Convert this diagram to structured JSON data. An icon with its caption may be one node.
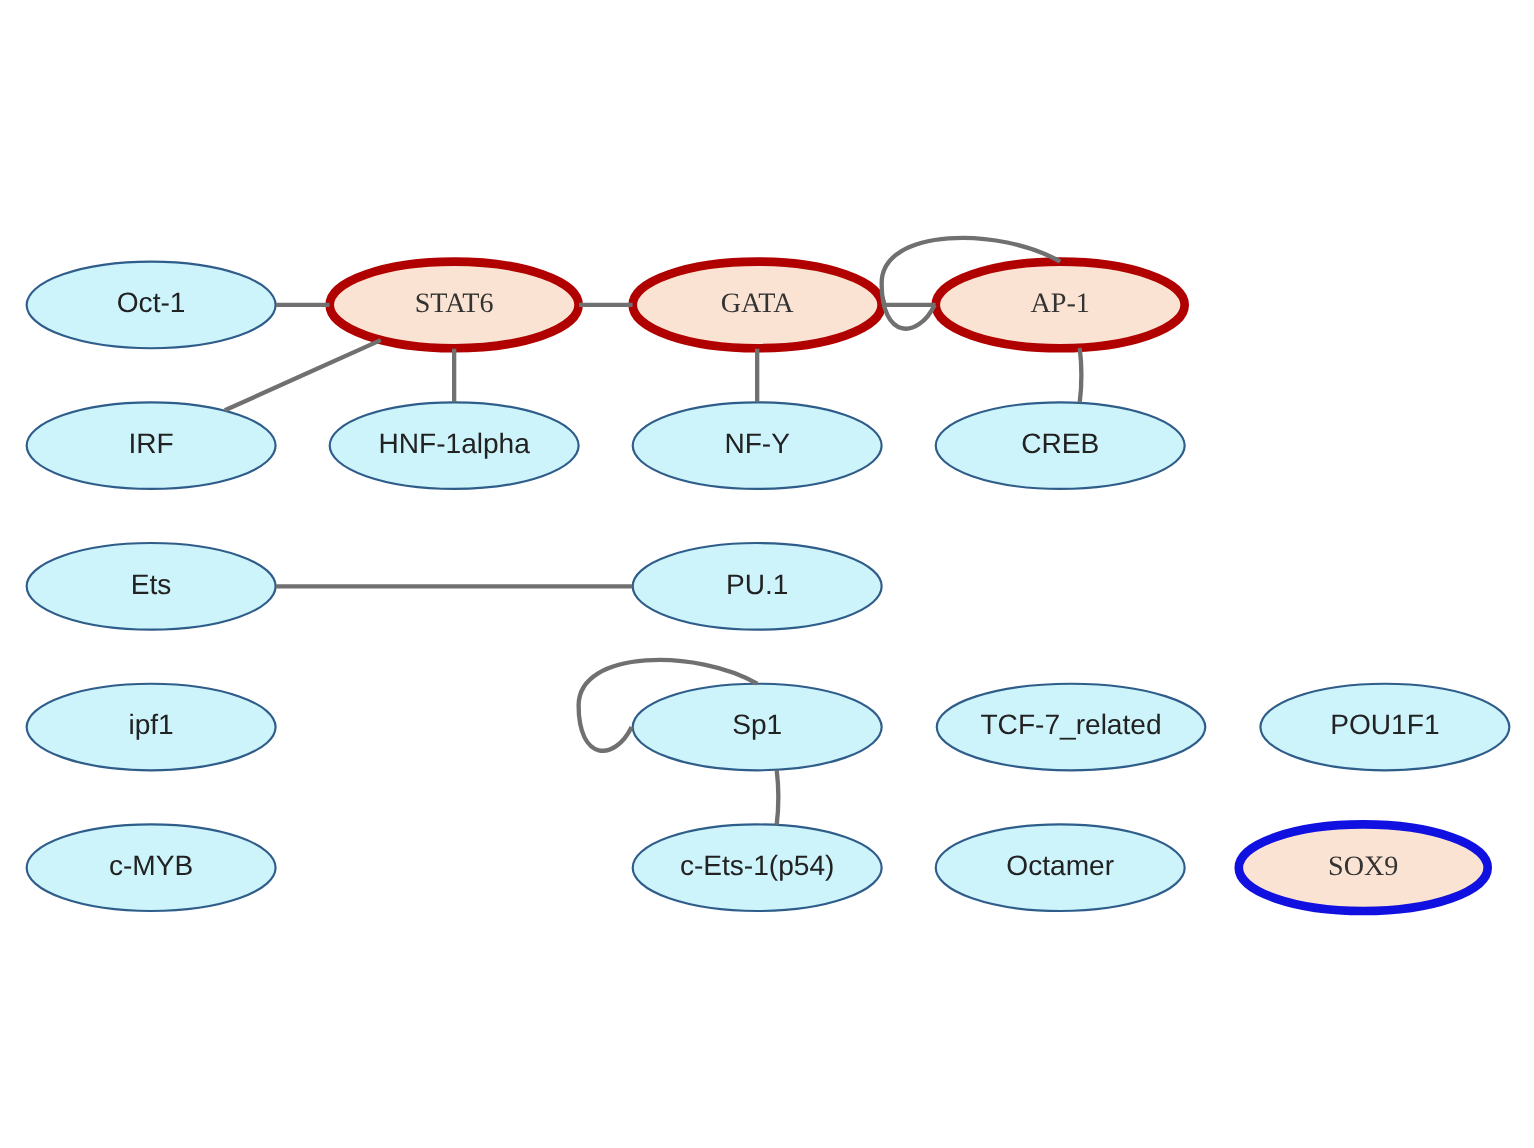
{
  "diagram": {
    "nodes": [
      {
        "text": [
          "Oct-1"
        ]
      },
      {
        "text": [
          "STAT6"
        ]
      },
      {
        "text": [
          "GATA"
        ]
      },
      {
        "text": [
          "AP-1"
        ]
      },
      {
        "text": [
          "IRF"
        ]
      },
      {
        "text": [
          "HNF-1alpha"
        ]
      },
      {
        "text": [
          "NF-Y"
        ]
      },
      {
        "text": [
          "CREB"
        ]
      },
      {
        "text": [
          "Ets"
        ]
      },
      {
        "text": [
          "PU.1"
        ]
      },
      {
        "text": [
          "ipf1"
        ]
      },
      {
        "text": [
          "TCF-7_related"
        ]
      },
      {
        "text": [
          "POU1F1"
        ]
      },
      {
        "text": [
          "Sp1"
        ]
      },
      {
        "text": [
          "c-MYB"
        ]
      },
      {
        "text": [
          "Octamer"
        ]
      },
      {
        "text": [
          "SOX9"
        ]
      },
      {
        "text": [
          "c-Ets-1(p54)"
        ]
      }
    ],
    "edges": [
      {
        "from": 0,
        "to": 1,
        "arrow": "none"
      },
      {
        "from": 1,
        "to": 2,
        "arrow": "none"
      },
      {
        "from": 2,
        "to": 3,
        "arrow": "none"
      },
      {
        "from": 3,
        "to": 3,
        "arrow": "none"
      },
      {
        "from": 1,
        "to": 4,
        "arrow": "none"
      },
      {
        "from": 1,
        "to": 5,
        "arrow": "none"
      },
      {
        "from": 2,
        "to": 6,
        "arrow": "none"
      },
      {
        "from": 3,
        "to": 7,
        "arrow": "none"
      },
      {
        "from": 8,
        "to": 9,
        "arrow": "none"
      },
      {
        "from": 13,
        "to": 13,
        "arrow": "none"
      },
      {
        "from": 13,
        "to": 17,
        "arrow": "none"
      }
    ]
  }
}
